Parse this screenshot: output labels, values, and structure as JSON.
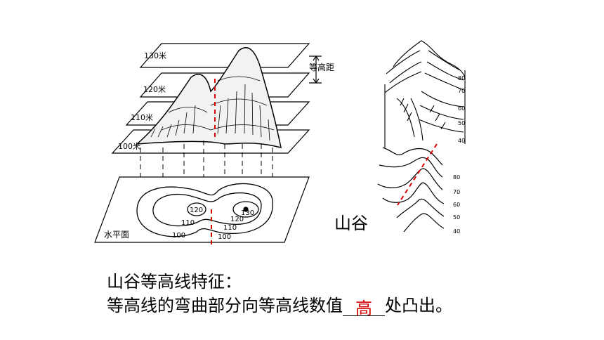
{
  "left_diagram": {
    "plane_labels": [
      "130米",
      "120米",
      "110米",
      "100米"
    ],
    "interval_label": "等高距",
    "base_label": "水平面",
    "contour_labels": [
      "130",
      "120",
      "110",
      "100",
      "120",
      "110",
      "100"
    ]
  },
  "right_diagram": {
    "upper_ticks": [
      "80",
      "70",
      "60",
      "50",
      "40"
    ],
    "lower_ticks": [
      "80",
      "70",
      "60",
      "50",
      "40"
    ]
  },
  "valley_label": "山谷",
  "feature": {
    "title": "山谷等高线特征：",
    "prefix": "等高线的弯曲部分向等高线数值",
    "answer": "高",
    "suffix": "处凸出。"
  },
  "colors": {
    "accent": "#d40000"
  }
}
